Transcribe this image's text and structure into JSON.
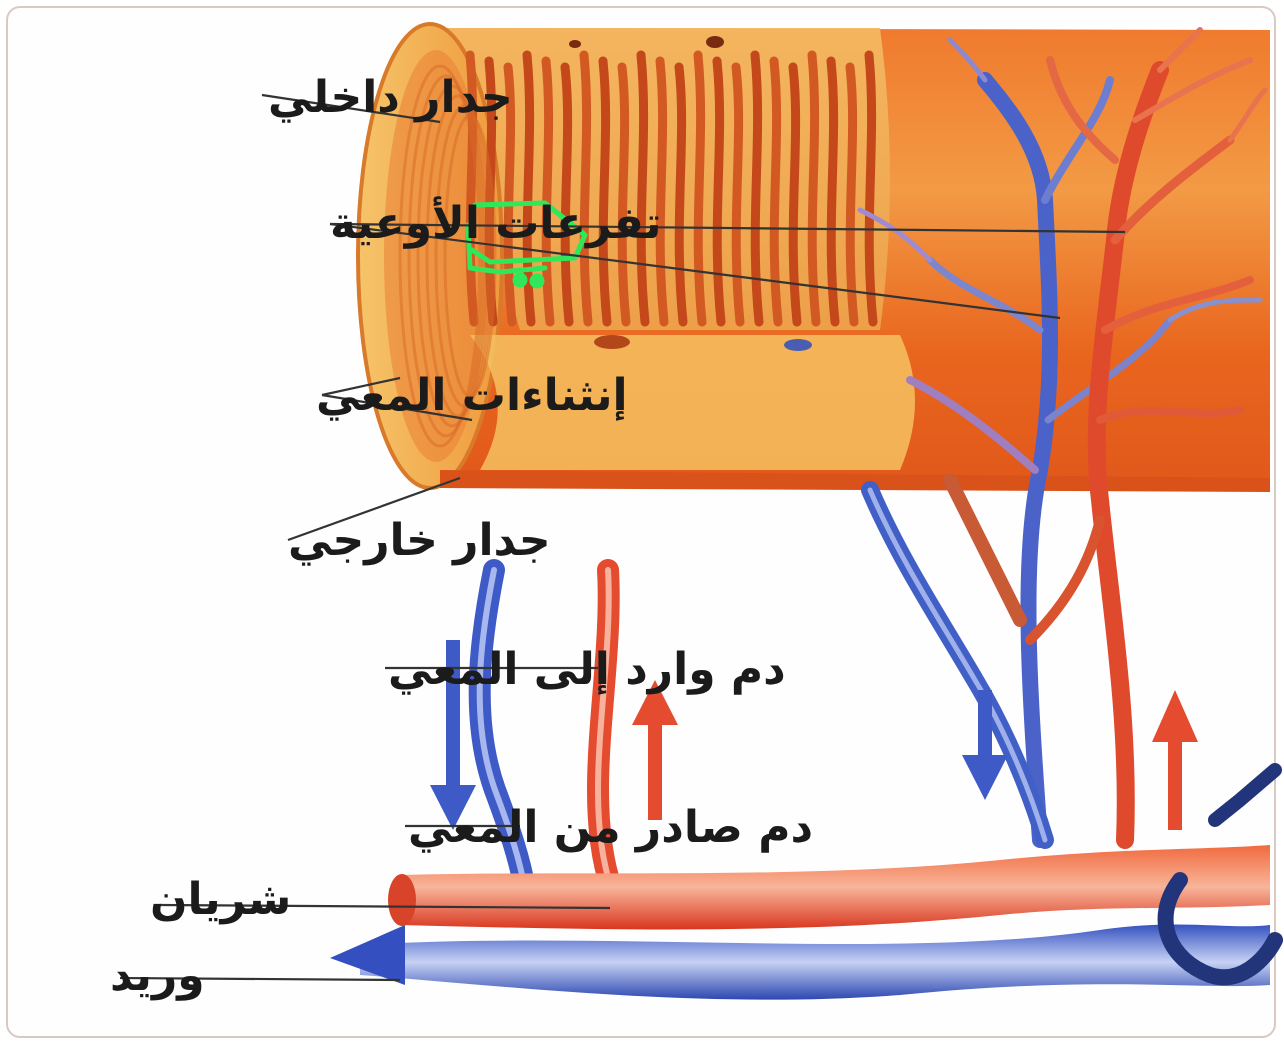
{
  "labels": {
    "inner_wall": "جدار داخلي",
    "vessel_branches": "تفرعات الأوعية",
    "intestinal_folds": "إنثناءات المعي",
    "outer_wall": "جدار خارجي",
    "blood_in": "دم وارد إلى المعي",
    "blood_out": "دم صادر من المعي",
    "artery": "شريان",
    "vein": "وريد"
  },
  "colors": {
    "intestine_outer": "#e8631e",
    "intestine_inner": "#f2a94a",
    "inner_wall_face": "#f8d780",
    "artery": "#e5412a",
    "vein": "#3b5bc4",
    "annotation": "#2ee85a",
    "watermark": "#23357a"
  }
}
